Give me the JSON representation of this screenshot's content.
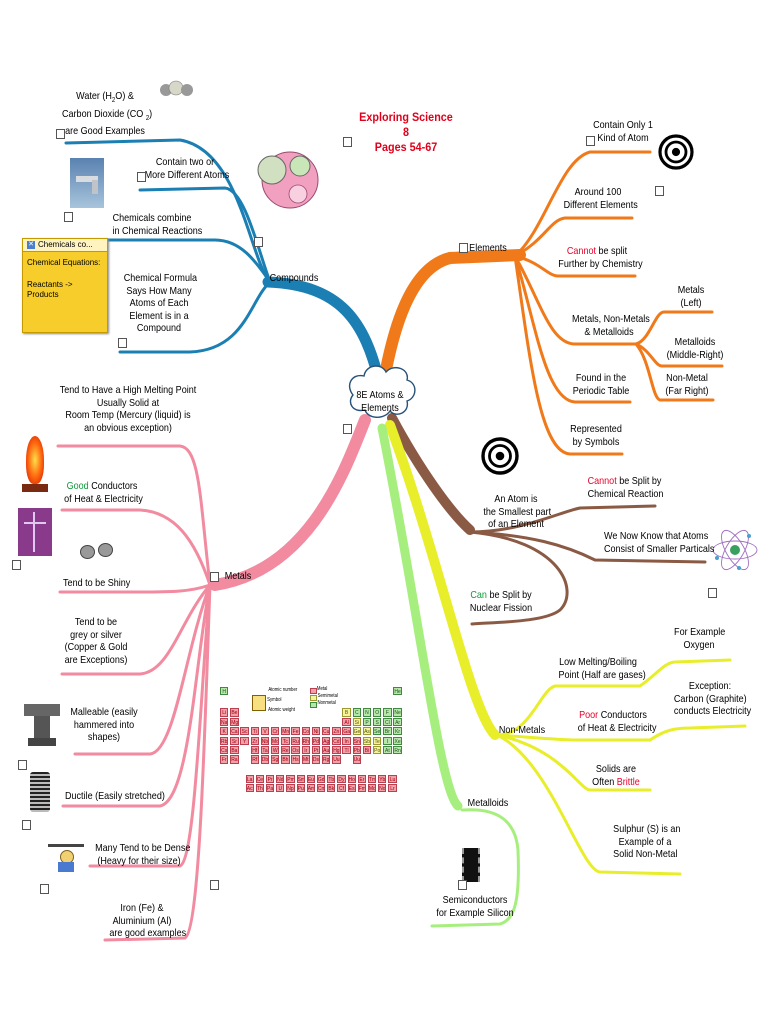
{
  "center": {
    "lines": [
      "8E Atoms &",
      "Elements"
    ]
  },
  "title": {
    "lines": [
      "Exploring Science 8",
      "Pages 54-67"
    ]
  },
  "colors": {
    "elements": "#f07a1a",
    "compounds": "#1b7fb3",
    "metals": "#f28aa0",
    "atom": "#8a5a44",
    "nonmetals": "#e8ee2a",
    "metalloids": "#a6ef7e",
    "title": "#e0001b",
    "highlight_red": "#e8002a",
    "highlight_green": "#0f9a3a"
  },
  "branches": {
    "elements": {
      "label": "Elements",
      "items": [
        {
          "lines": [
            "Contain Only 1",
            "Kind of Atom"
          ]
        },
        {
          "lines": [
            "Around 100",
            "Different Elements"
          ]
        },
        {
          "lines": [
            "be split",
            "Further by Chemistry"
          ],
          "highlight": "Cannot"
        },
        {
          "lines": [
            "Metals, Non-Metals",
            "& Metalloids"
          ],
          "children": [
            {
              "lines": [
                "Metals",
                "(Left)"
              ]
            },
            {
              "lines": [
                "Metalloids",
                "(Middle-Right)"
              ]
            },
            {
              "lines": [
                "Non-Metal",
                "(Far Right)"
              ]
            }
          ]
        },
        {
          "lines": [
            "Found in the",
            "Periodic Table"
          ]
        },
        {
          "lines": [
            "Represented",
            "by Symbols"
          ]
        }
      ]
    },
    "compounds": {
      "label": "Compounds",
      "items": [
        {
          "lines": [
            "Water (H",
            "O) &"
          ],
          "sub": "2"
        },
        {
          "lines": [
            "Carbon Dioxide (CO",
            ")"
          ],
          "sub": "2"
        },
        {
          "lines": [
            "are Good Examples"
          ]
        },
        {
          "lines": [
            "Contain two or",
            "More Different Atoms"
          ]
        },
        {
          "lines": [
            "Chemicals combine",
            "in Chemical Reactions"
          ]
        },
        {
          "lines": [
            "Chemical Formula",
            "Says How Many",
            "Atoms of Each",
            "Element is in a",
            "Compound"
          ]
        }
      ],
      "sticky": {
        "header": "Chemicals co...",
        "lines": [
          "Chemical Equations:",
          "Reactants -> Products"
        ]
      }
    },
    "metals": {
      "label": "Metals",
      "items": [
        {
          "lines": [
            "Tend to Have a High Melting Point",
            "Usually Solid at",
            "Room Temp (Mercury (liquid) is",
            "an obvious exception)"
          ]
        },
        {
          "lines": [
            "Conductors",
            "of Heat & Electricity"
          ],
          "highlight": "Good"
        },
        {
          "lines": [
            "Tend to be Shiny"
          ]
        },
        {
          "lines": [
            "Tend to be",
            "grey or silver",
            "(Copper & Gold",
            "are Exceptions)"
          ]
        },
        {
          "lines": [
            "Malleable (easily",
            "hammered into",
            "shapes)"
          ]
        },
        {
          "lines": [
            "Ductile (Easily stretched)"
          ]
        },
        {
          "lines": [
            "Many Tend to be Dense",
            "(Heavy for their size)"
          ]
        },
        {
          "lines": [
            "Iron (Fe) &",
            "Aluminium (Al)",
            "are good examples"
          ]
        }
      ]
    },
    "atom": {
      "label_lines": [
        "An Atom is",
        "the Smallest part",
        "of an Element"
      ],
      "items": [
        {
          "lines": [
            "be Split by",
            "Chemical Reaction"
          ],
          "highlight": "Cannot"
        },
        {
          "lines": [
            "We Now Know that Atoms",
            "Consist of Smaller  Particals"
          ]
        },
        {
          "lines": [
            "be Split by",
            "Nuclear Fission"
          ],
          "highlight": "Can"
        }
      ]
    },
    "nonmetals": {
      "label": "Non-Metals",
      "items": [
        {
          "lines": [
            "Low Melting/Boiling",
            "Point (Half are gases)"
          ],
          "children": [
            {
              "lines": [
                "For Example",
                "Oxygen"
              ]
            }
          ]
        },
        {
          "lines": [
            "Conductors",
            "of Heat & Electricity"
          ],
          "highlight": "Poor",
          "children": [
            {
              "lines": [
                "Exception:",
                "Carbon (Graphite)",
                "conducts Electricity"
              ]
            }
          ]
        },
        {
          "lines": [
            "Solids are",
            "Often"
          ],
          "highlight_after": "Brittle"
        },
        {
          "lines": [
            "Sulphur (S) is an",
            "Example of a",
            "Solid Non-Metal"
          ]
        }
      ]
    },
    "metalloids": {
      "label": "Metalloids",
      "items": [
        {
          "lines": [
            "Semiconductors",
            "for Example Silicon"
          ]
        }
      ]
    }
  },
  "periodic_table": {
    "legend": [
      "Atomic number",
      "Symbol",
      "Atomic weight",
      "Metal",
      "Semimetal",
      "Nonmetal"
    ],
    "rows": [
      [
        "H",
        "",
        "",
        "",
        "",
        "",
        "",
        "",
        "",
        "",
        "",
        "",
        "",
        "",
        "",
        "",
        "",
        "He"
      ],
      [
        "Li",
        "Be",
        "",
        "",
        "",
        "",
        "",
        "",
        "",
        "",
        "",
        "",
        "B",
        "C",
        "N",
        "O",
        "F",
        "Ne"
      ],
      [
        "Na",
        "Mg",
        "",
        "",
        "",
        "",
        "",
        "",
        "",
        "",
        "",
        "",
        "Al",
        "Si",
        "P",
        "S",
        "Cl",
        "Ar"
      ],
      [
        "K",
        "Ca",
        "Sc",
        "Ti",
        "V",
        "Cr",
        "Mn",
        "Fe",
        "Co",
        "Ni",
        "Cu",
        "Zn",
        "Ga",
        "Ge",
        "As",
        "Se",
        "Br",
        "Kr"
      ],
      [
        "Rb",
        "Sr",
        "Y",
        "Zr",
        "Nb",
        "Mo",
        "Tc",
        "Ru",
        "Rh",
        "Pd",
        "Ag",
        "Cd",
        "In",
        "Sn",
        "Sb",
        "Te",
        "I",
        "Xe"
      ],
      [
        "Cs",
        "Ba",
        "",
        "Hf",
        "Ta",
        "W",
        "Re",
        "Os",
        "Ir",
        "Pt",
        "Au",
        "Hg",
        "Tl",
        "Pb",
        "Bi",
        "Po",
        "At",
        "Rn"
      ],
      [
        "Fr",
        "Ra",
        "",
        "Rf",
        "Db",
        "Sg",
        "Bh",
        "Hs",
        "Mt",
        "Ds",
        "Rg",
        "Uub",
        "",
        "Uuq",
        "",
        "",
        "",
        ""
      ]
    ],
    "lanthanides": [
      "La",
      "Ce",
      "Pr",
      "Nd",
      "Pm",
      "Sm",
      "Eu",
      "Gd",
      "Tb",
      "Dy",
      "Ho",
      "Er",
      "Tm",
      "Yb",
      "Lu"
    ],
    "actinides": [
      "Ac",
      "Th",
      "Pa",
      "U",
      "Np",
      "Pu",
      "Am",
      "Cm",
      "Bk",
      "Cf",
      "Es",
      "Fm",
      "Md",
      "No",
      "Lr"
    ],
    "semimetals": [
      "B",
      "Si",
      "Ge",
      "As",
      "Sb",
      "Te",
      "Po"
    ],
    "nonmetals": [
      "H",
      "He",
      "C",
      "N",
      "O",
      "F",
      "Ne",
      "P",
      "S",
      "Cl",
      "Ar",
      "Se",
      "Br",
      "Kr",
      "I",
      "Xe",
      "At",
      "Rn"
    ]
  }
}
